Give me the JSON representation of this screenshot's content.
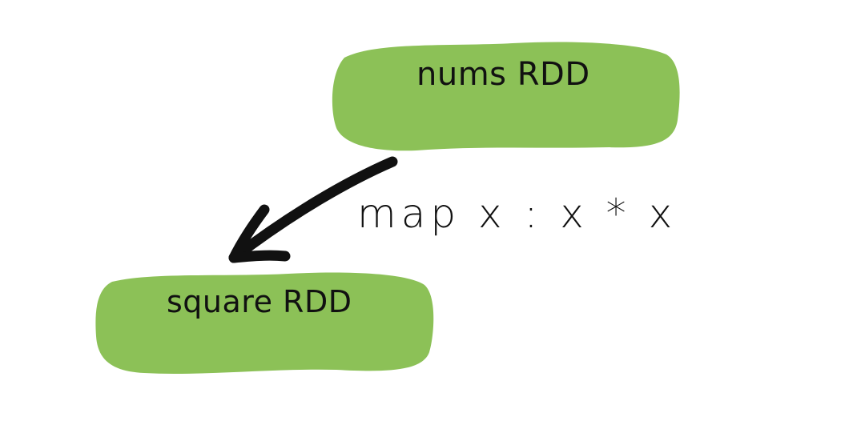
{
  "diagram": {
    "nodes": [
      {
        "id": "nums",
        "label": "nums RDD"
      },
      {
        "id": "square",
        "label": "square RDD"
      }
    ],
    "edges": [
      {
        "from": "nums",
        "to": "square",
        "label": "map x : x * x"
      }
    ]
  },
  "colors": {
    "node_fill": "#8cc157",
    "arrow": "#111111",
    "text": "#111111",
    "background": "#ffffff"
  }
}
